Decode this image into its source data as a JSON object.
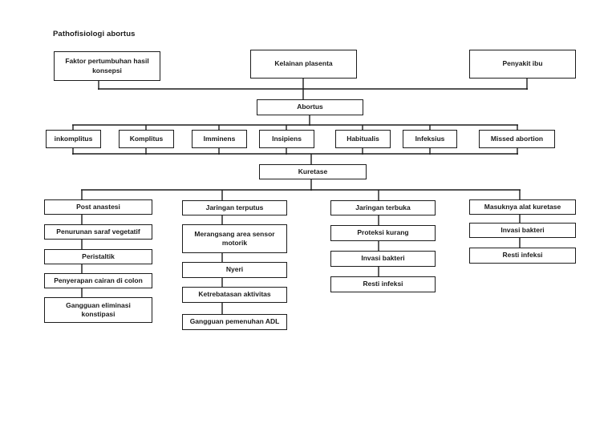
{
  "title": "Pathofisiologi abortus",
  "diagram": {
    "causes": [
      "Faktor pertumbuhan hasil konsepsi",
      "Kelainan plasenta",
      "Penyakit ibu"
    ],
    "central": "Abortus",
    "types": [
      "inkomplitus",
      "Komplitus",
      "Imminens",
      "Insipiens",
      "Habitualis",
      "Infeksius",
      "Missed abortion"
    ],
    "procedure": "Kuretase",
    "pathways": [
      {
        "name": "post-anastesi",
        "steps": [
          "Post anastesi",
          "Penurunan saraf vegetatif",
          "Peristaltik",
          "Penyerapan cairan di colon",
          "Gangguan eliminasi konstipasi"
        ]
      },
      {
        "name": "jaringan-terputus",
        "steps": [
          "Jaringan terputus",
          "Merangsang area sensor motorik",
          "Nyeri",
          "Ketrebatasan aktivitas",
          "Gangguan pemenuhan ADL"
        ]
      },
      {
        "name": "jaringan-terbuka",
        "steps": [
          "Jaringan terbuka",
          "Proteksi kurang",
          "Invasi bakteri",
          "Resti infeksi"
        ]
      },
      {
        "name": "masuknya-alat-kuretase",
        "steps": [
          "Masuknya alat kuretase",
          "Invasi bakteri",
          "Resti infeksi"
        ]
      }
    ],
    "colors": {
      "line": "#1c1c1c",
      "text": "#1a1a1a",
      "background": "#ffffff"
    }
  }
}
